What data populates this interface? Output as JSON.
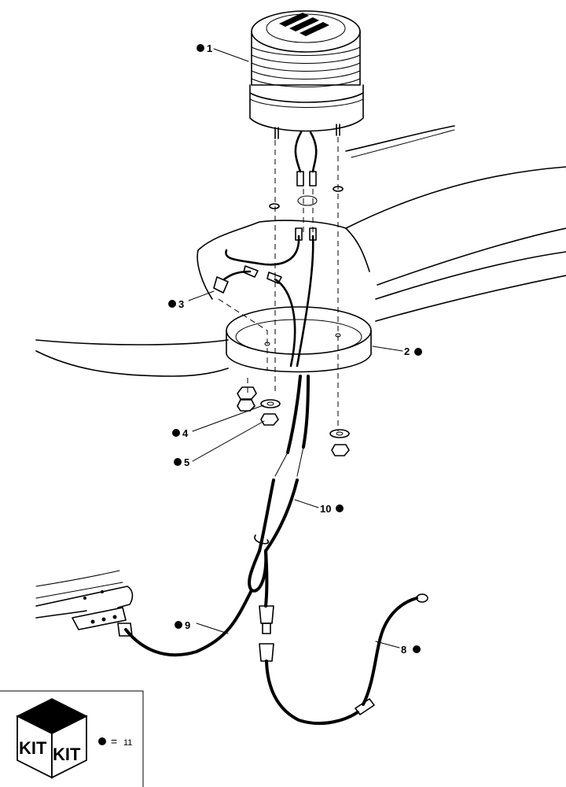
{
  "callouts": [
    {
      "id": "1",
      "label": "1"
    },
    {
      "id": "2",
      "label": "2"
    },
    {
      "id": "3",
      "label": "3"
    },
    {
      "id": "4",
      "label": "4"
    },
    {
      "id": "5",
      "label": "5"
    },
    {
      "id": "8",
      "label": "8"
    },
    {
      "id": "9",
      "label": "9"
    },
    {
      "id": "10",
      "label": "10"
    }
  ],
  "legend": {
    "kit_left": "KIT",
    "kit_right": "KIT",
    "equals": "=",
    "kit_number": "11"
  }
}
